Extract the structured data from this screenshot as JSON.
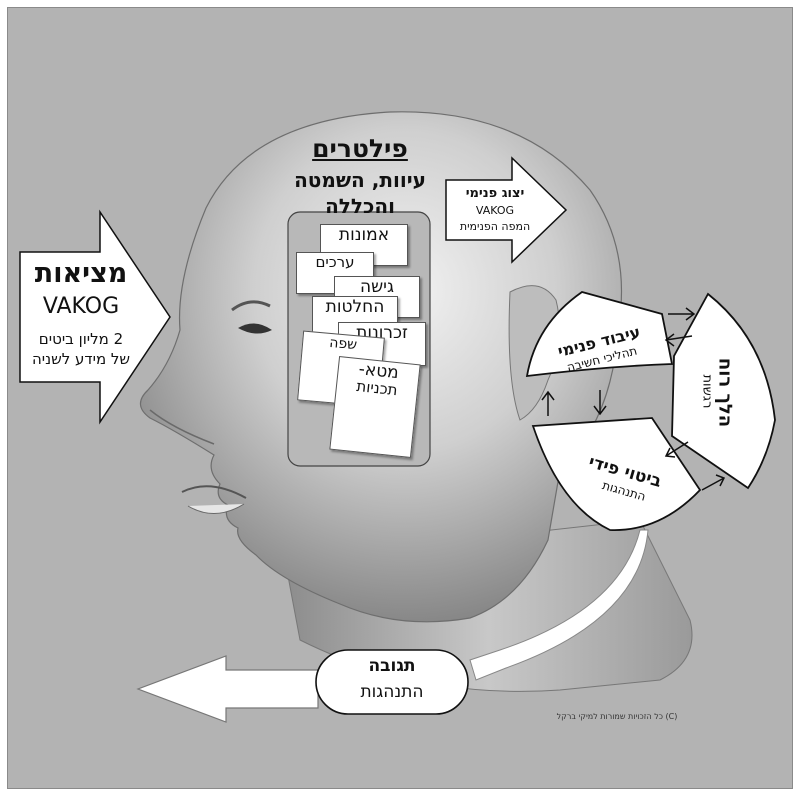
{
  "reality": {
    "title": "מציאות",
    "model": "VAKOG",
    "line1": "2 מליון ביטים",
    "line2": "של מידע לשניה"
  },
  "filters": {
    "title": "פילטרים",
    "subtitle1": "עיוות, השמטה",
    "subtitle2": "והכללה",
    "cards": [
      "אמונות",
      "ערכים",
      "גישה",
      "החלטות",
      "זכרונות",
      "שפה",
      "מטא-",
      "תכניות"
    ]
  },
  "internal_representation": {
    "title": "יצוג פנימי",
    "model": "VAKOG",
    "subtitle": "המפה הפנימית"
  },
  "cycle": {
    "internal_processing": {
      "title": "עיבוד פנימי",
      "subtitle": "תהליכי חשיבה"
    },
    "state": {
      "title": "הלך רוח",
      "subtitle": "רגשות"
    },
    "physical_expression": {
      "title": "ביטוי פידי",
      "subtitle": "התנהגות"
    }
  },
  "response": {
    "title": "תגובה",
    "subtitle": "התנהגות"
  },
  "copyright": "(C) כל הזכויות שמורות למיקי ברקל",
  "colors": {
    "background": "#b3b3b3",
    "shapes": "#ffffff",
    "outline": "#111111"
  }
}
